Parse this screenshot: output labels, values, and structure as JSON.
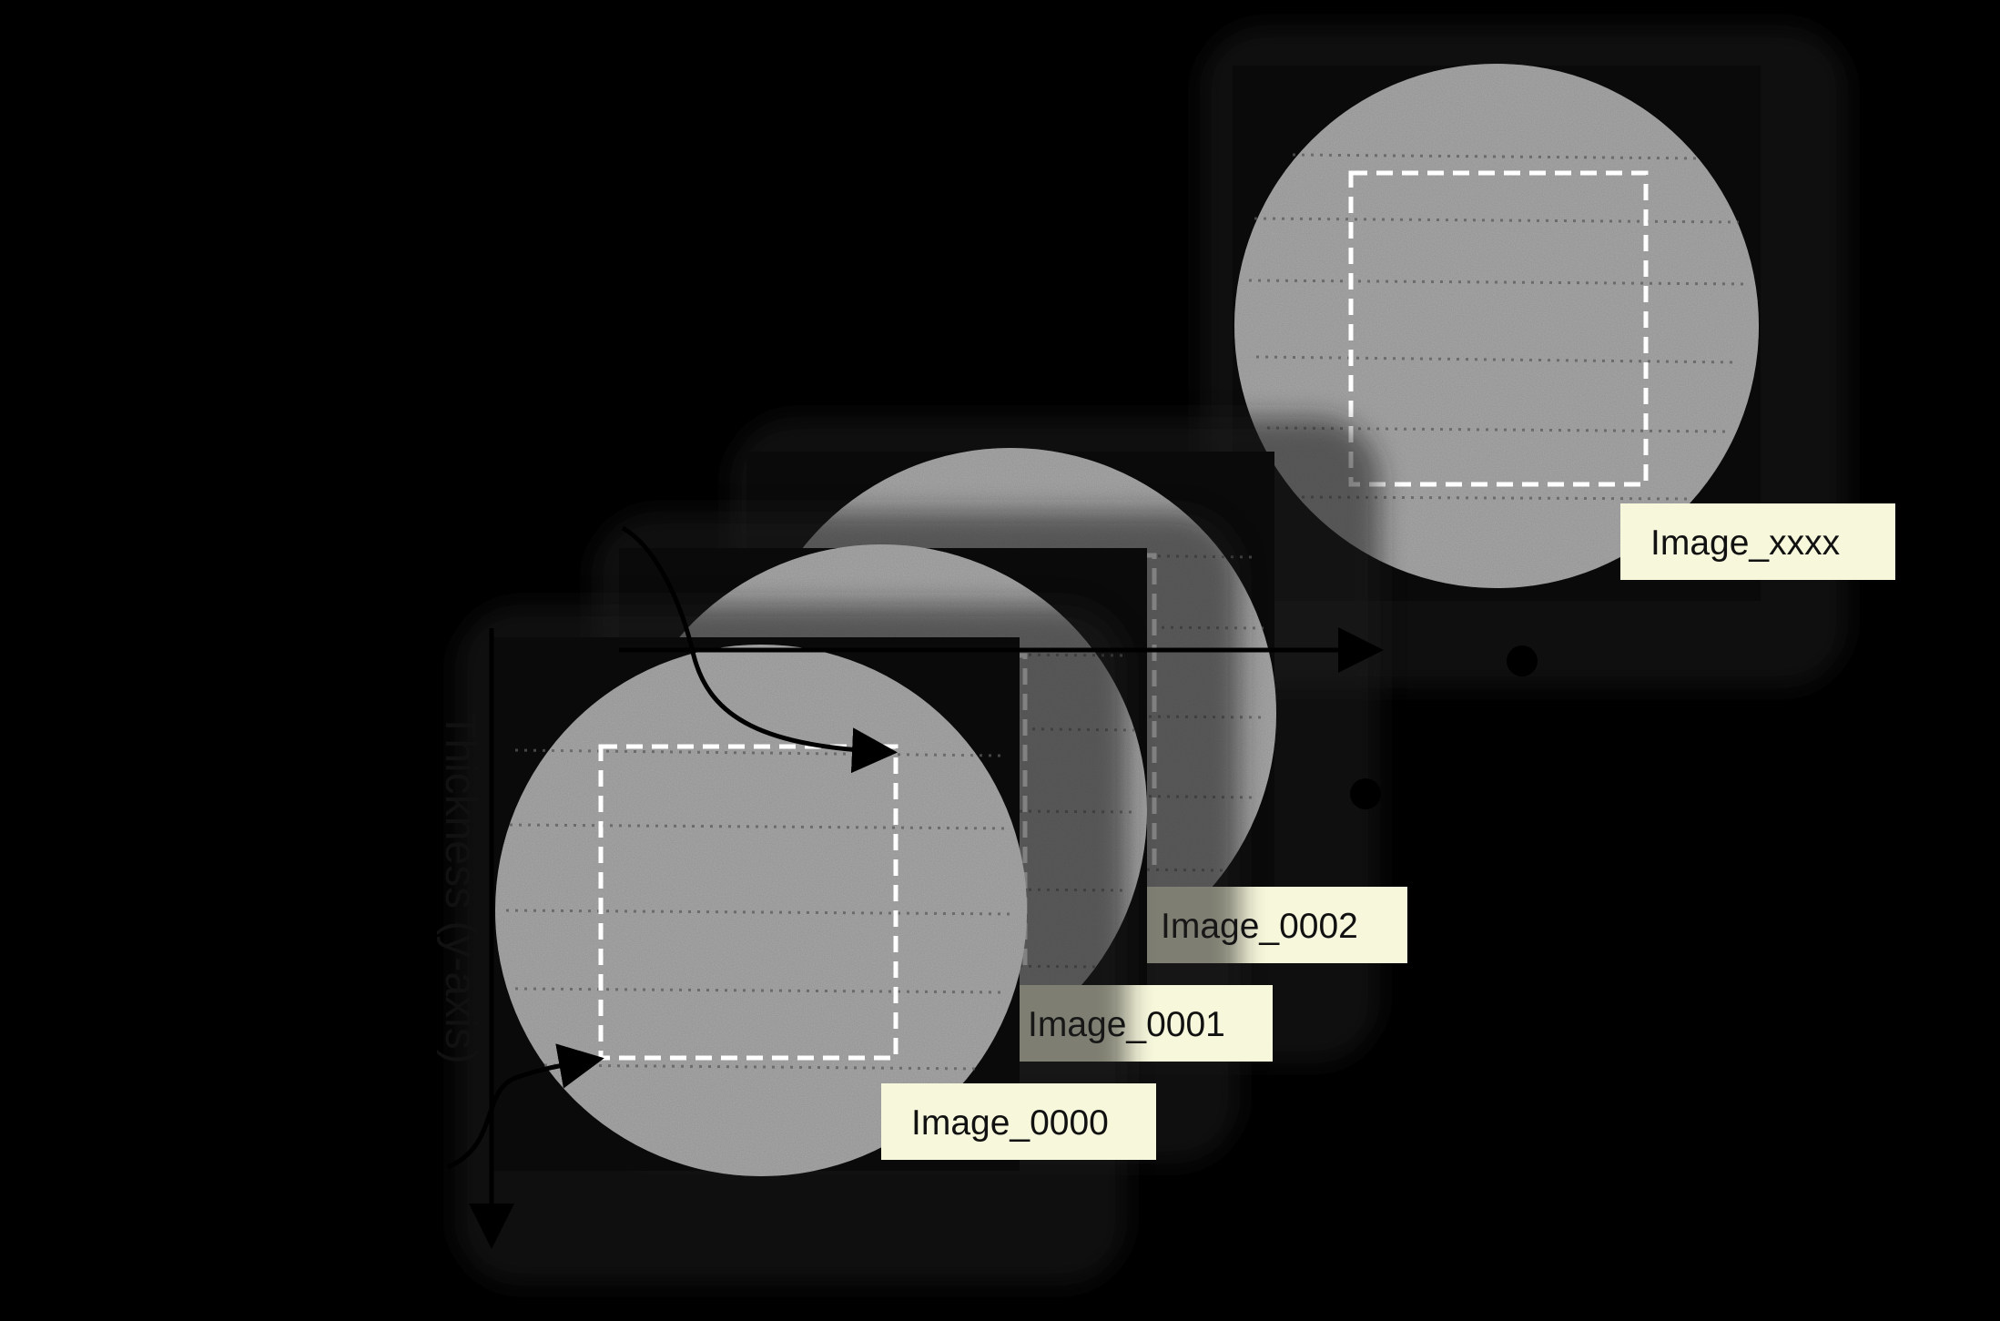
{
  "diagram": {
    "slices": [
      {
        "label": "Image_0000"
      },
      {
        "label": "Image_0001"
      },
      {
        "label": "Image_0002"
      },
      {
        "label": "Image_xxxx"
      }
    ],
    "axis_label": "Thickness (y-axis)"
  },
  "colors": {
    "background": "#000000",
    "sample_disc": "#a9a9a9",
    "label_box": "#f7f7dc",
    "roi_outline": "#ffffff",
    "arrow": "#000000"
  }
}
